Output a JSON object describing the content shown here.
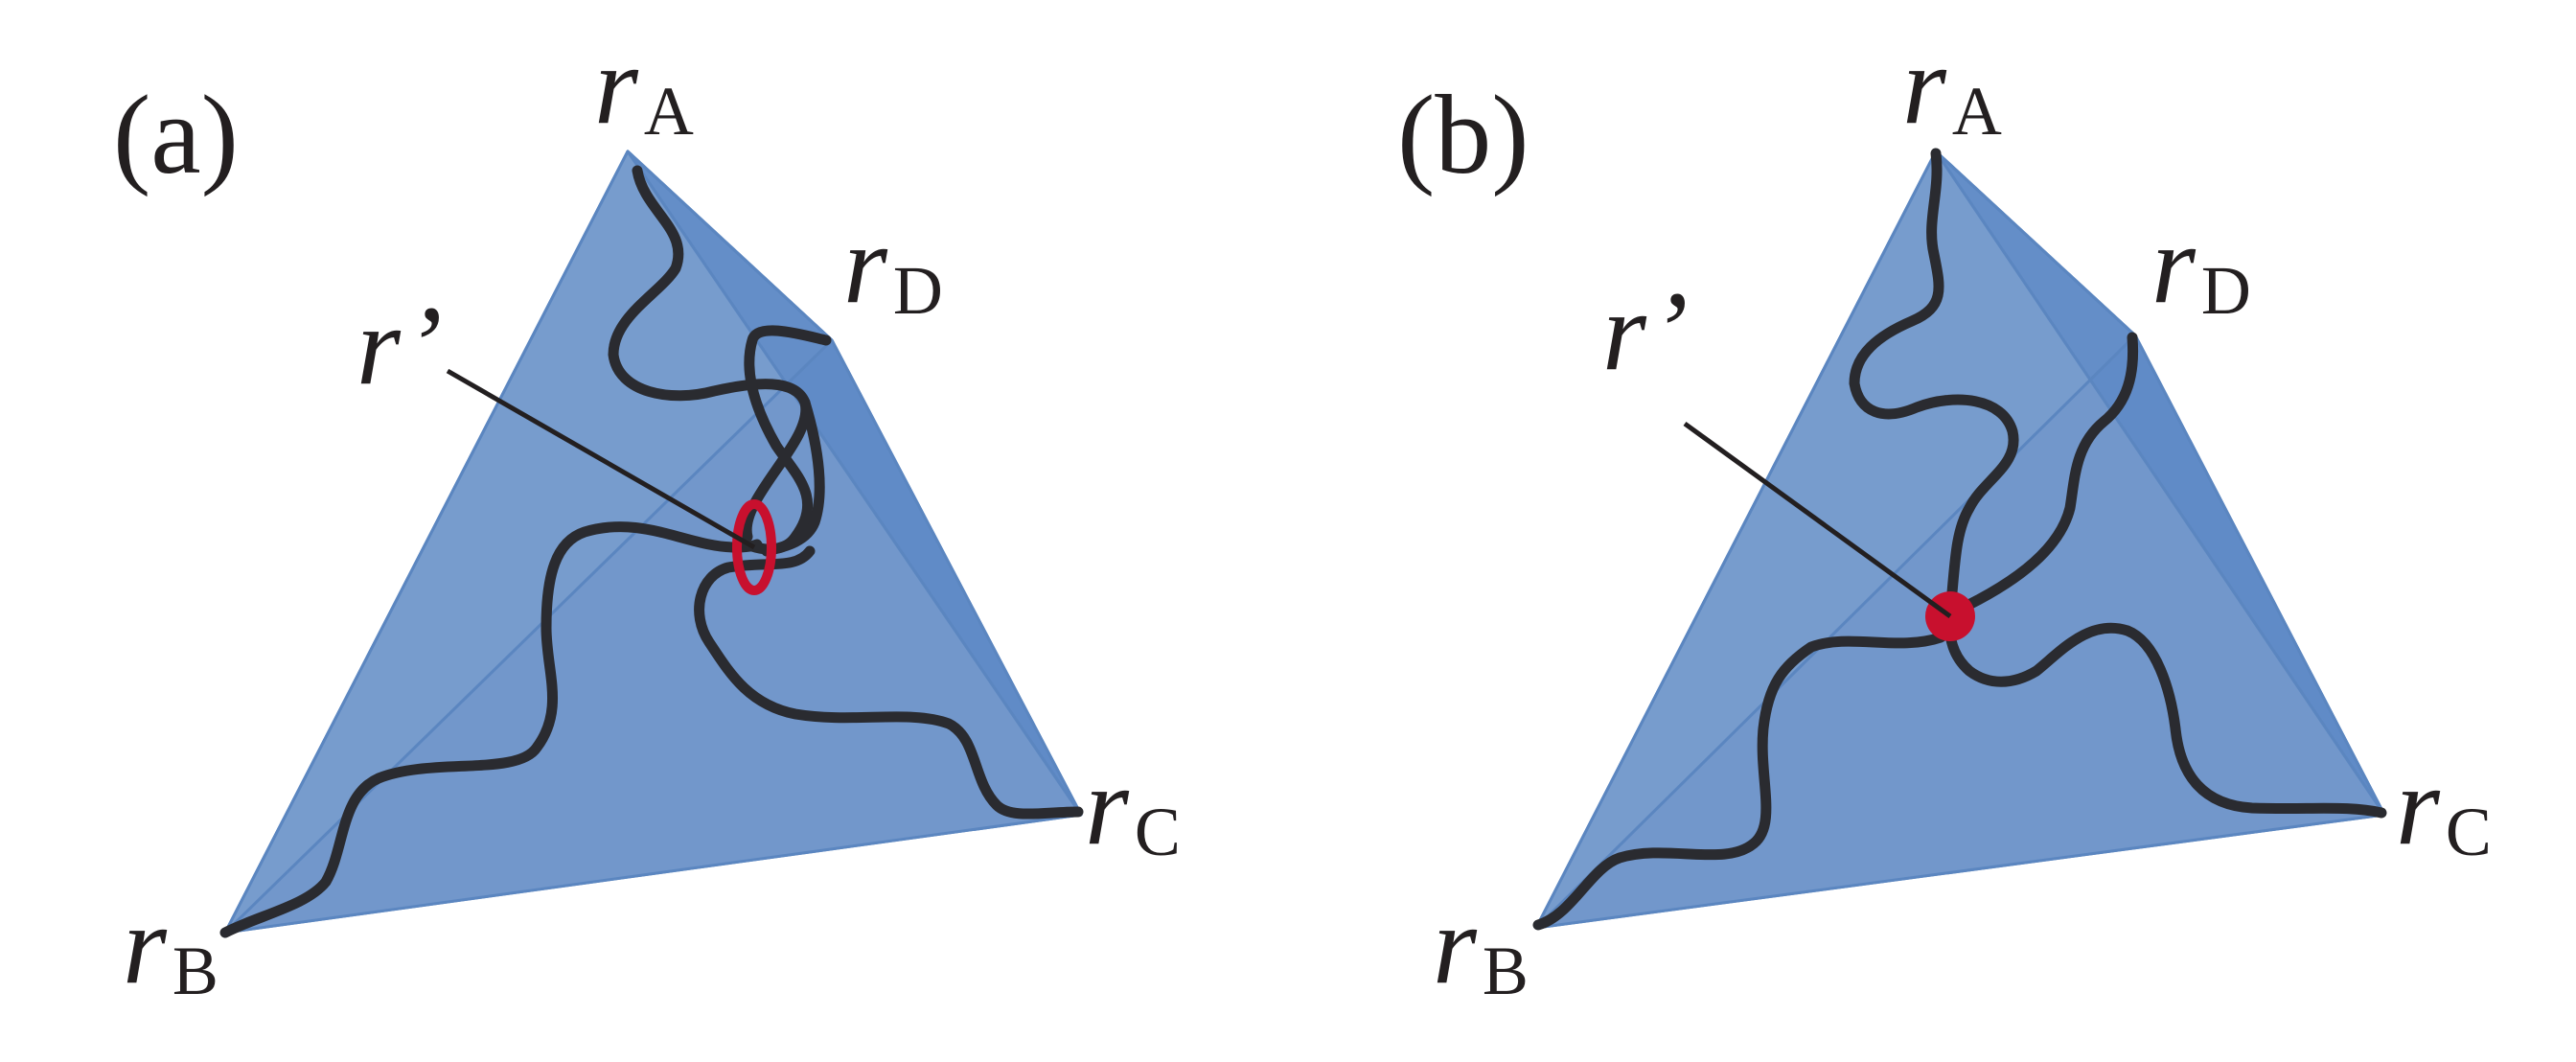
{
  "colors": {
    "face_back": "#6a8fcb",
    "face_left": "#8eaed8",
    "face_right": "#6e93cb",
    "face_front": "#7399cb",
    "face_edge": "#5b86c0",
    "chain": "#2a2b30",
    "crosslink": "#c8102e",
    "text": "#231f20"
  },
  "panel_a": {
    "label": "(a)",
    "vertices": {
      "A": "r",
      "A_sub": "A",
      "B": "r",
      "B_sub": "B",
      "C": "r",
      "C_sub": "C",
      "D": "r",
      "D_sub": "D"
    },
    "pointer_label": "r’",
    "crosslink_shape": "ring-icon"
  },
  "panel_b": {
    "label": "(b)",
    "vertices": {
      "A": "r",
      "A_sub": "A",
      "B": "r",
      "B_sub": "B",
      "C": "r",
      "C_sub": "C",
      "D": "r",
      "D_sub": "D"
    },
    "pointer_label": "r’",
    "crosslink_shape": "dot-icon"
  }
}
